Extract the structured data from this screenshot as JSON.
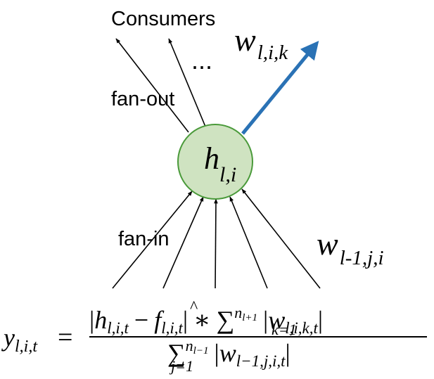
{
  "labels": {
    "consumers": "Consumers",
    "ellipsis": "...",
    "fan_out": "fan-out",
    "fan_in": "fan-in"
  },
  "node": {
    "var": "h",
    "sub": "l,i",
    "fill_color": "#cfe3c1",
    "stroke_color": "#4a9a3a"
  },
  "weights": {
    "out": {
      "var": "w",
      "sub": "l,i,k"
    },
    "in": {
      "var": "w",
      "sub": "l-1,j,i"
    }
  },
  "edge_colors": {
    "highlight": "#2a72b5",
    "normal": "#000000"
  },
  "formula": {
    "lhs_var": "y",
    "lhs_sub": "l,i,t",
    "equals": "=",
    "num_abs_open": "|",
    "num_h": "h",
    "num_h_sub": "l,i,t",
    "minus": "−",
    "num_f": "f",
    "num_f_hat": "^",
    "num_f_sub": "l,i,t",
    "num_abs_close": "|",
    "times": "∗",
    "sum": "∑",
    "num_sum_sup": "n",
    "num_sum_sup_sub": "l+1",
    "num_sum_sub": "k=1",
    "num_w_open": "|",
    "num_w": "w",
    "num_w_sub": "l,i,k,t",
    "num_w_close": "|",
    "den_sum_sup": "n",
    "den_sum_sup_sub": "l−1",
    "den_sum_sub": "j=1",
    "den_w_open": "|",
    "den_w": "w",
    "den_w_sub": "l−1,j,i,t",
    "den_w_close": "|"
  }
}
